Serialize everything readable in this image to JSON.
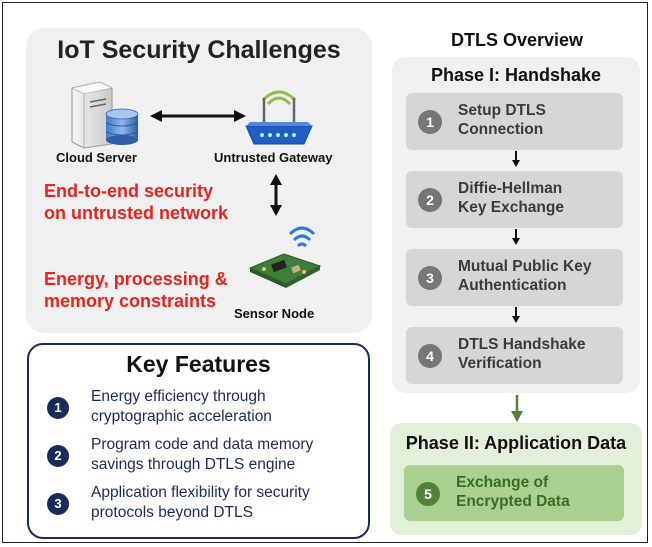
{
  "iot": {
    "title": "IoT Security Challenges",
    "cloud_label": "Cloud Server",
    "gateway_label": "Untrusted Gateway",
    "sensor_label": "Sensor Node",
    "red_text_1": [
      "End-to-end security",
      "on untrusted network"
    ],
    "red_text_2": [
      "Energy, processing &",
      "memory constraints"
    ]
  },
  "key_features": {
    "title": "Key Features",
    "items": [
      {
        "num": "1",
        "lines": [
          "Energy efficiency through",
          "cryptographic acceleration"
        ]
      },
      {
        "num": "2",
        "lines": [
          "Program code and data memory",
          "savings through DTLS engine"
        ]
      },
      {
        "num": "3",
        "lines": [
          "Application flexibility for security",
          "protocols beyond DTLS"
        ]
      }
    ]
  },
  "dtls": {
    "title": "DTLS Overview",
    "phase1": {
      "title": "Phase I: Handshake",
      "steps": [
        {
          "num": "1",
          "lines": [
            "Setup DTLS",
            "Connection"
          ]
        },
        {
          "num": "2",
          "lines": [
            "Diffie-Hellman",
            "Key Exchange"
          ]
        },
        {
          "num": "3",
          "lines": [
            "Mutual Public Key",
            "Authentication"
          ]
        },
        {
          "num": "4",
          "lines": [
            "DTLS Handshake",
            "Verification"
          ]
        }
      ]
    },
    "phase2": {
      "title": "Phase II: Application Data",
      "step": {
        "num": "5",
        "lines": [
          "Exchange of",
          "Encrypted Data"
        ]
      }
    }
  },
  "colors": {
    "red": "#e8231f",
    "navy": "#1b2a5a",
    "green_dark": "#548235",
    "green_light": "#e2efd9"
  }
}
